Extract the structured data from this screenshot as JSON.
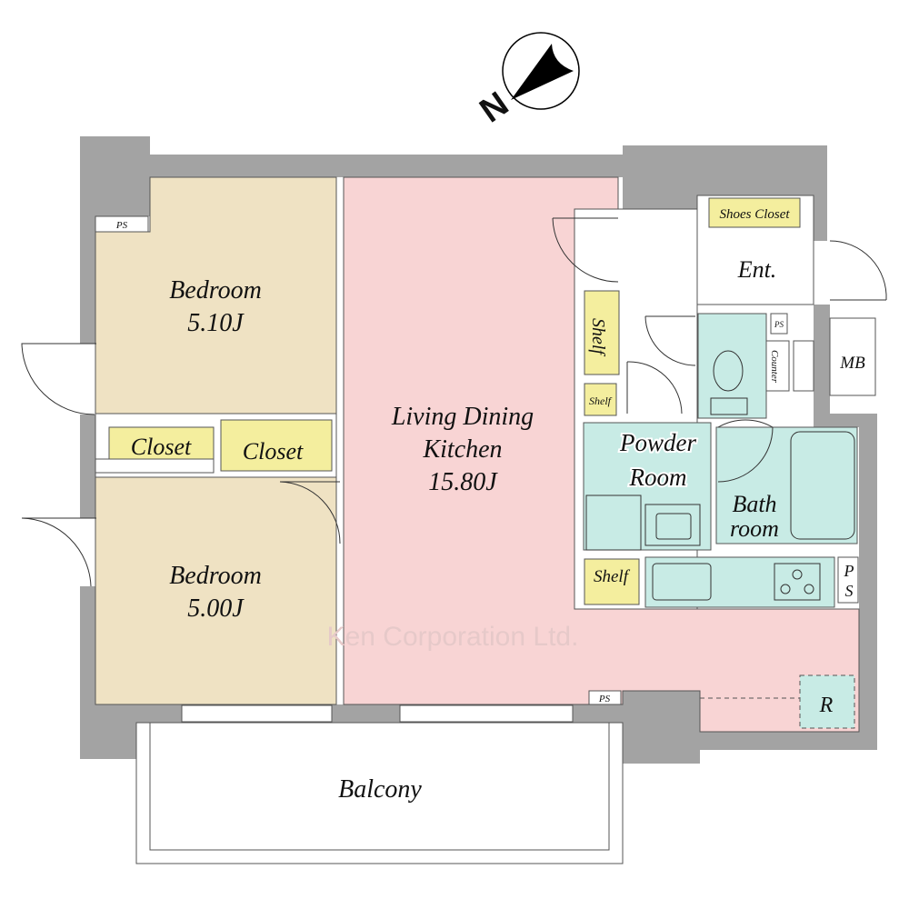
{
  "compass": {
    "label": "N"
  },
  "rooms": {
    "bedroom1": {
      "name": "Bedroom",
      "size": "5.10J"
    },
    "bedroom2": {
      "name": "Bedroom",
      "size": "5.00J"
    },
    "ldk": {
      "line1": "Living Dining",
      "line2": "Kitchen",
      "size": "15.80J"
    },
    "closet1": "Closet",
    "closet2": "Closet",
    "shelf_upper": "Shelf",
    "shelf_small": "Shelf",
    "shelf_kitchen": "Shelf",
    "shoes_closet": "Shoes Closet",
    "entrance": "Ent.",
    "powder_room": {
      "line1": "Powder",
      "line2": "Room"
    },
    "bathroom": {
      "line1": "Bath",
      "line2": "room"
    },
    "counter": "Counter",
    "mb": "MB",
    "ps_top_left": "PS",
    "ps_toilet": "PS",
    "ps_bottom": "PS",
    "ps_kitchen": {
      "line1": "P",
      "line2": "S"
    },
    "r": "R",
    "balcony": "Balcony"
  },
  "watermark": "Ken Corporation Ltd.",
  "colors": {
    "wall": "#a3a3a3",
    "bedroom": "#efe2c3",
    "ldk": "#f8d4d4",
    "storage": "#f4ee9e",
    "wet": "#c8ebe5"
  }
}
